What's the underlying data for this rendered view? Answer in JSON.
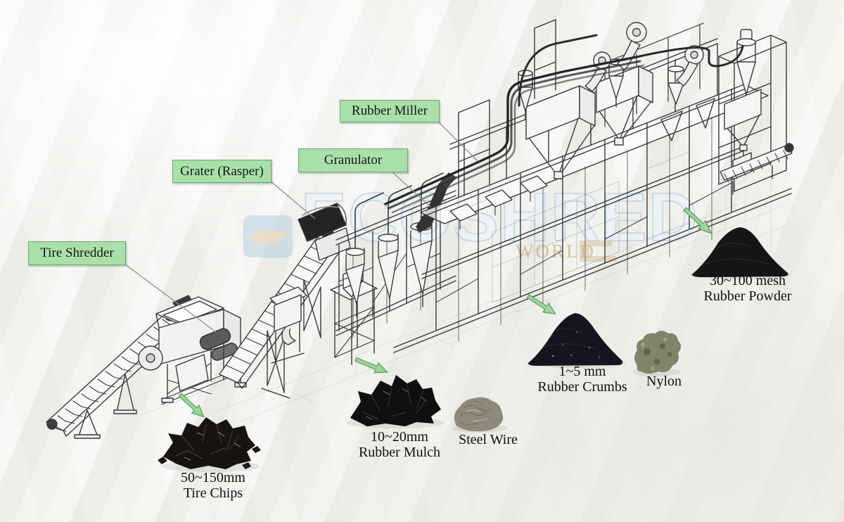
{
  "equipment_labels": [
    {
      "id": "tire-shredder",
      "text": "Tire Shredder"
    },
    {
      "id": "grater-rasper",
      "text": "Grater (Rasper)"
    },
    {
      "id": "granulator",
      "text": "Granulator"
    },
    {
      "id": "rubber-miller",
      "text": "Rubber Miller"
    }
  ],
  "products": [
    {
      "id": "tire-chips",
      "size_line": "50~150mm",
      "name_line": "Tire Chips"
    },
    {
      "id": "rubber-mulch",
      "size_line": "10~20mm",
      "name_line": "Rubber Mulch"
    },
    {
      "id": "steel-wire",
      "size_line": "",
      "name_line": "Steel Wire"
    },
    {
      "id": "rubber-crumbs",
      "size_line": "1~5 mm",
      "name_line": "Rubber Crumbs"
    },
    {
      "id": "nylon",
      "size_line": "",
      "name_line": "Nylon"
    },
    {
      "id": "rubber-powder",
      "size_line": "30~100 mesh",
      "name_line": "Rubber Powder"
    }
  ],
  "watermark": {
    "brand": "ECOSHRED",
    "tagline_visible": "WORLD"
  },
  "colors": {
    "background": "#f2f2ef",
    "label_fill": "#a9e0a9",
    "label_border": "#6da471",
    "arrow_fill": "#9bd49c",
    "arrow_border": "#5c9c61",
    "line_art": "#3a3a3a",
    "text": "#101010",
    "watermark_blue": "#b7cedf",
    "watermark_cream": "#cdb282"
  }
}
